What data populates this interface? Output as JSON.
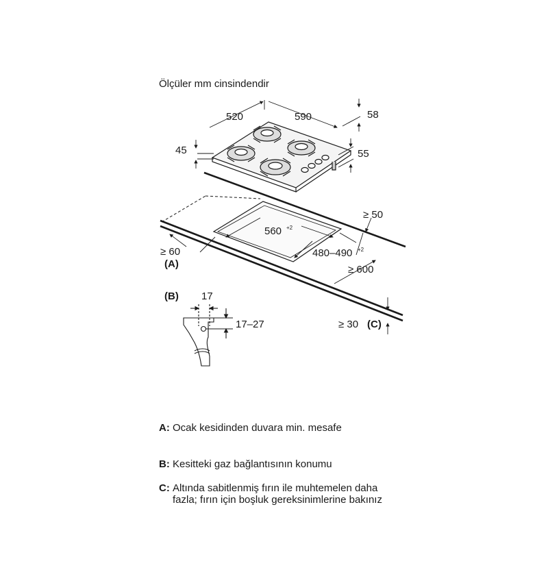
{
  "title": "Ölçüler mm cinsindendir",
  "dimensions": {
    "depth": "520",
    "width": "590",
    "height_top": "58",
    "height_left": "45",
    "height_right": "55",
    "cutout_width": "560",
    "cutout_width_tol": "+2",
    "cutout_depth": "480–490",
    "cutout_depth_tol": "+2",
    "back_clearance": "≥ 50",
    "side_clearance": "≥ 60",
    "front_clearance": "≥ 600",
    "below_clearance": "≥ 30",
    "detail_width": "17",
    "detail_height": "17–27"
  },
  "markers": {
    "A": "(A)",
    "B": "(B)",
    "C": "(C)"
  },
  "legend": [
    {
      "key": "A:",
      "text": "Ocak kesidinden duvara min. mesafe"
    },
    {
      "key": "B:",
      "text": "Kesitteki gaz bağlantısının konumu"
    },
    {
      "key": "C:",
      "text": "Altında sabitlenmiş fırın ile muhtemelen daha fazla; fırın için boşluk gereksinimlerine bakınız"
    }
  ]
}
